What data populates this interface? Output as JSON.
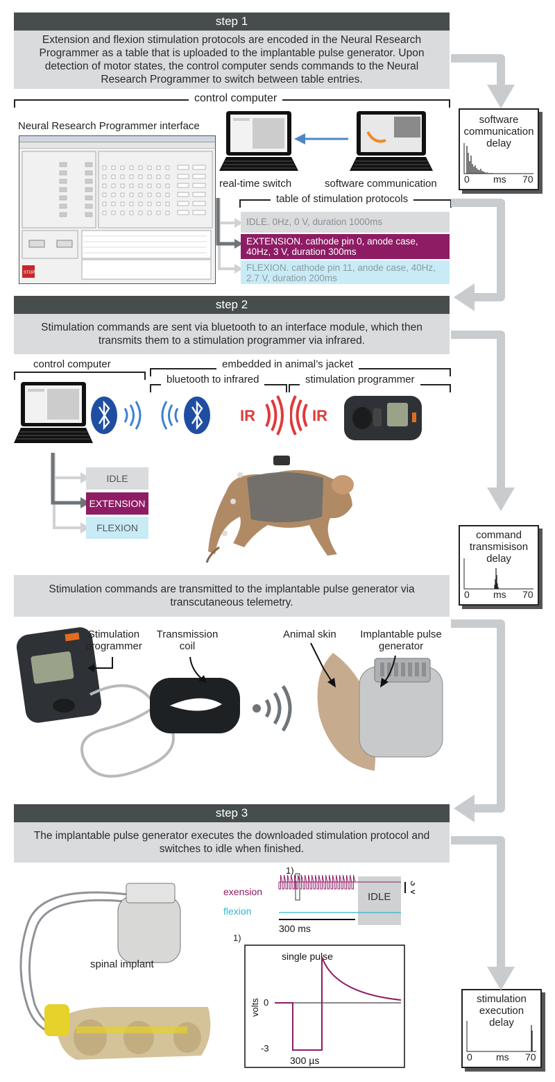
{
  "step1": {
    "title": "step 1",
    "desc": "Extension and flexion stimulation protocols are encoded in the Neural Research Programmer as a table that is uploaded to the implantable pulse generator. Upon detection of motor states, the control computer sends commands to the Neural Research Programmer to switch between table entries.",
    "control_computer": "control computer",
    "nrp_interface": "Neural Research Programmer interface",
    "realtime_switch": "real-time switch",
    "software_comm": "software communication",
    "table_title": "table of stimulation protocols",
    "protocols": [
      {
        "text": "IDLE. 0Hz, 0 V, duration 1000ms",
        "color": "#d9dbdd",
        "textcolor": "#8a8e91"
      },
      {
        "text": "EXTENSION. cathode pin 0, anode case, 40Hz, 3 V, duration 300ms",
        "color": "#8e1c64",
        "textcolor": "#ffffff"
      },
      {
        "text": "FLEXION. cathode pin 11, anode case, 40Hz, 2.7 V, duration 200ms",
        "color": "#c8ebf6",
        "textcolor": "#8a9aa4"
      }
    ],
    "stop_label": "STOP"
  },
  "delay1": {
    "title": "software communication delay",
    "x_min": "0",
    "x_unit": "ms",
    "x_max": "70"
  },
  "step2": {
    "title": "step 2",
    "desc": "Stimulation commands are sent via bluetooth to an interface module, which then transmits them to a stimulation programmer via infrared.",
    "control_computer": "control computer",
    "jacket": "embedded in animal’s jacket",
    "bt_ir": "bluetooth to infrared",
    "stim_prog": "stimulation programmer",
    "ir_label": "IR",
    "states": [
      {
        "text": "IDLE",
        "color": "#d9dbdd",
        "textcolor": "#555555"
      },
      {
        "text": "EXTENSION",
        "color": "#8e1c64",
        "textcolor": "#ffffff"
      },
      {
        "text": "FLEXION",
        "color": "#c8ebf6",
        "textcolor": "#555555"
      }
    ],
    "desc2": "Stimulation commands are transmitted to the implantable pulse generator via transcutaneous telemetry.",
    "stim_programmer": "Stimulation programmer",
    "transmission_coil": "Transmission coil",
    "animal_skin": "Animal skin",
    "ipg": "Implantable pulse generator"
  },
  "delay2": {
    "title": "command transmisison delay",
    "x_min": "0",
    "x_unit": "ms",
    "x_max": "70"
  },
  "step3": {
    "title": "step 3",
    "desc": "The implantable pulse generator executes the downloaded stimulation protocol and switches to idle when finished.",
    "spinal_implant": "spinal implant",
    "exension": "exension",
    "flexion": "flexion",
    "idle": "IDLE",
    "scale_v": "3 V",
    "scale_ms": "300 ms",
    "inset_marker": "1)",
    "inset_title": "single pulse",
    "inset_ylabel": "volts",
    "inset_y0": "0",
    "inset_y3": "-3",
    "inset_duration": "300 µs"
  },
  "delay3": {
    "title": "stimulation execution delay",
    "x_min": "0",
    "x_unit": "ms",
    "x_max": "70"
  },
  "colors": {
    "extension": "#8e1c64",
    "flexion": "#2bb8d3",
    "idle": "#d9dbdd",
    "arrow": "#c9cccf",
    "header": "#474d4c",
    "bt": "#1f4ea1",
    "ir": "#e03a3a",
    "hist": "#222222"
  }
}
